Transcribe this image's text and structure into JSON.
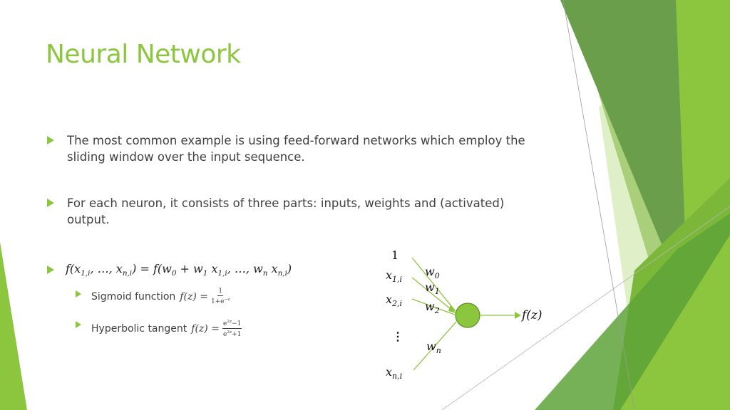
{
  "slide": {
    "title": "Neural Network",
    "bullets": [
      {
        "text": "The most common example is using feed-forward networks which employ the sliding window over the input sequence."
      },
      {
        "text": "For each neuron, it consists of three parts: inputs, weights and (activated) output."
      }
    ],
    "formula": {
      "lhs": "f(x_{1,i}, …, x_{n,i})",
      "eq": "=",
      "rhs": "f(w_0 + w_1 x_{1,i}, …, w_n x_{n,i})"
    },
    "sub_bullets": [
      {
        "label": "Sigmoid function",
        "func": "f(z) =",
        "numerator": "1",
        "denominator": "1+e^{−z}"
      },
      {
        "label": "Hyperbolic tangent",
        "func": "f(z) =",
        "numerator": "e^{2z}−1",
        "denominator": "e^{2z}+1"
      }
    ]
  },
  "diagram": {
    "inputs": [
      "1",
      "x_{1,i}",
      "x_{2,i}",
      "⋮",
      "x_{n,i}"
    ],
    "weights": [
      "w_0",
      "w_1",
      "w_2",
      "w_n"
    ],
    "output": "f(z)"
  },
  "colors": {
    "accent": "#8cc63f",
    "dark_green": "#4f8a2a",
    "mid_green": "#6aa83a",
    "light_green": "#c5e09a",
    "text": "#404040"
  }
}
